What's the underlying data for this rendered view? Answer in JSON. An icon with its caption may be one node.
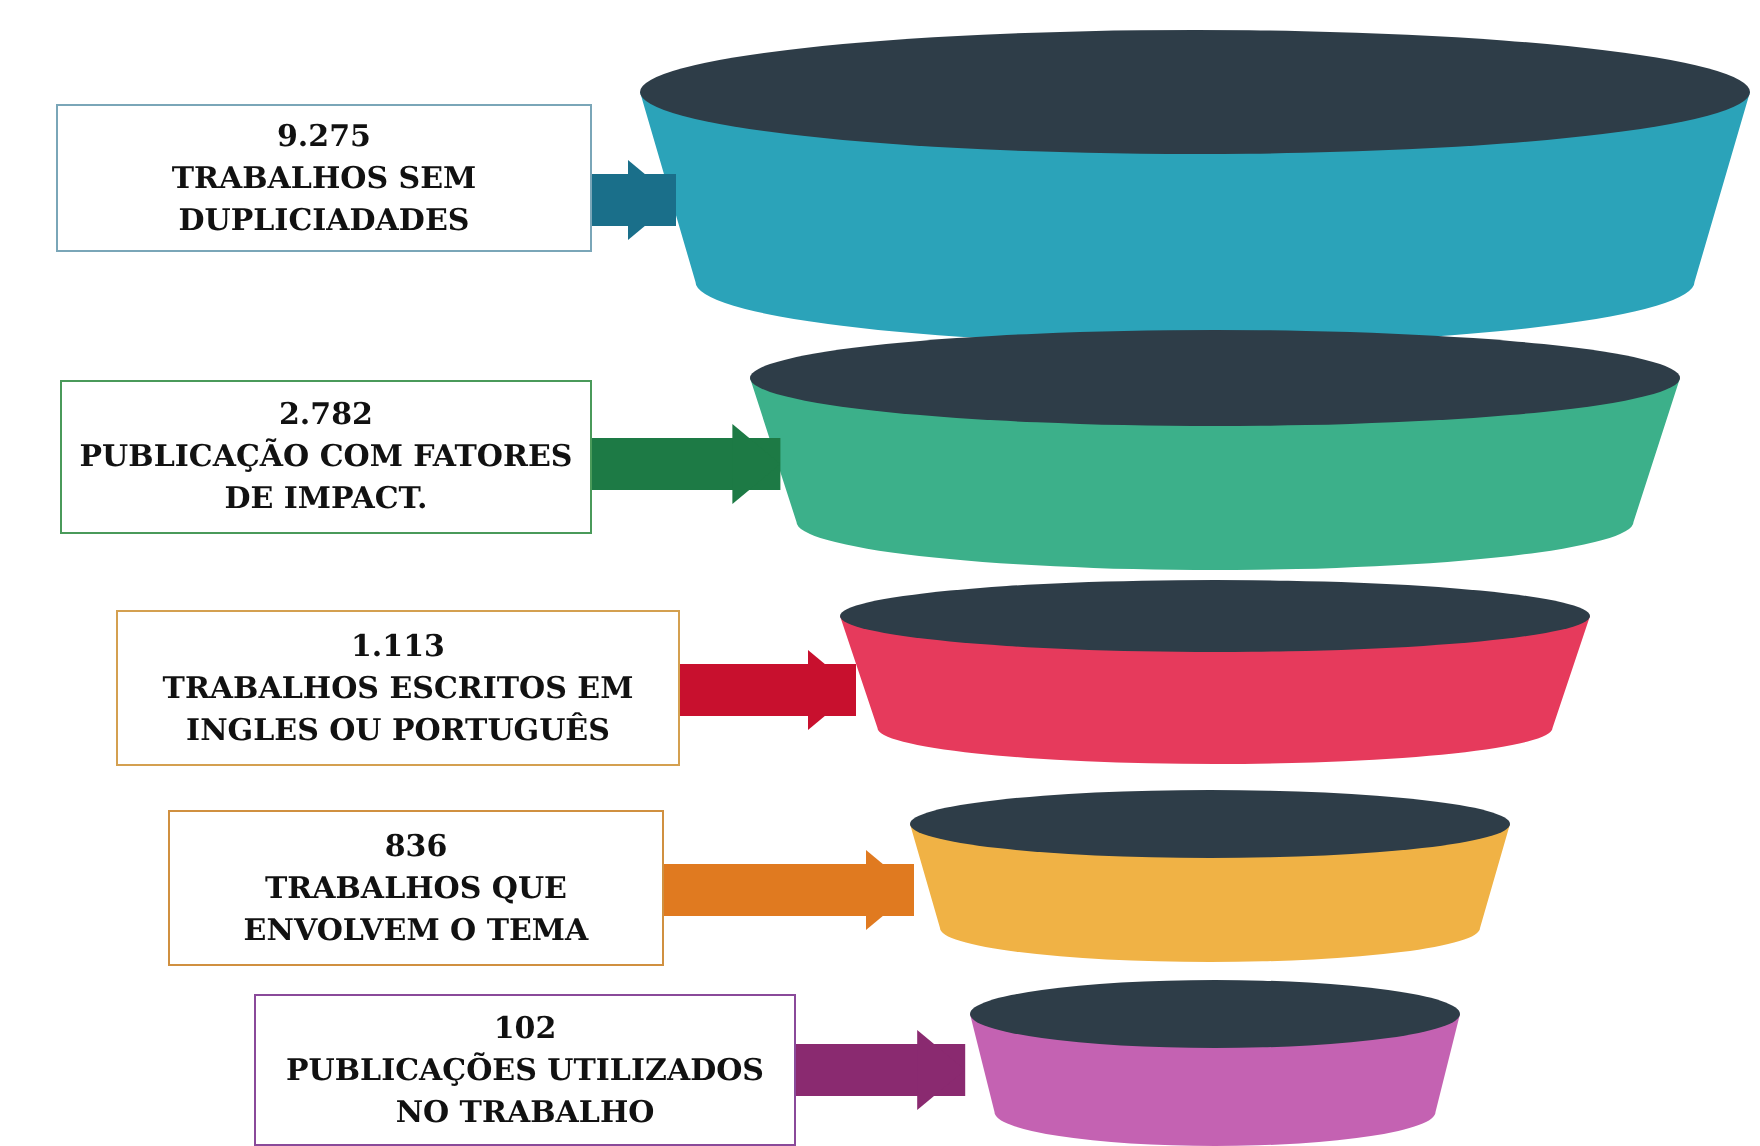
{
  "diagram": {
    "nodes": [
      {
        "text": [
          "9.275",
          "TRABALHOS SEM DUPLICIADADES"
        ]
      },
      {
        "text": [
          "2.782",
          "PUBLICAÇÃO COM FATORES DE IMPACT."
        ]
      },
      {
        "text": [
          "1.113",
          "TRABALHOS ESCRITOS EM INGLES OU PORTUGUÊS"
        ]
      },
      {
        "text": [
          "836",
          "TRABALHOS QUE ENVOLVEM O TEMA"
        ]
      },
      {
        "text": [
          "102",
          "PUBLICAÇÕES UTILIZADOS NO TRABALHO"
        ]
      },
      {
        "text": [],
        "shape": "band"
      },
      {
        "text": [],
        "shape": "band"
      },
      {
        "text": [],
        "shape": "band"
      },
      {
        "text": [],
        "shape": "band"
      },
      {
        "text": [],
        "shape": "band"
      }
    ],
    "edges": [
      {
        "from": 0,
        "to": 5,
        "arrow": "to",
        "color": "#1a6f8a"
      },
      {
        "from": 1,
        "to": 6,
        "arrow": "to",
        "color": "#1d7a45"
      },
      {
        "from": 2,
        "to": 7,
        "arrow": "to",
        "color": "#c8102e"
      },
      {
        "from": 3,
        "to": 8,
        "arrow": "to",
        "color": "#e07a20"
      },
      {
        "from": 4,
        "to": 9,
        "arrow": "to",
        "color": "#8a2a70"
      }
    ]
  }
}
